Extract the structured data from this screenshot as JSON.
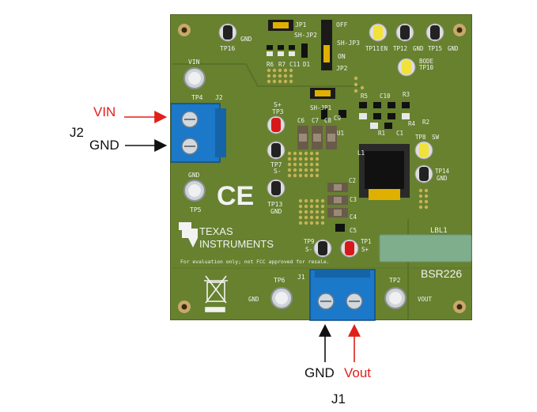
{
  "board": {
    "name": "BSR226",
    "label_box": "LBL1",
    "brand_line1": "TEXAS",
    "brand_line2": "INSTRUMENTS",
    "ce_mark": "CE",
    "disclaimer": "For evaluation only; not FCC approved for resale.",
    "colors": {
      "pcb": "#67812f",
      "terminal_blue": "#1c78c8",
      "tp_red": "#d81818",
      "tp_yellow": "#f0e23a",
      "tp_black": "#222222"
    }
  },
  "testpoints": {
    "tp16": {
      "id": "TP16",
      "net": "GND"
    },
    "tp11": {
      "id": "TP11",
      "net": "EN"
    },
    "tp12": {
      "id": "TP12",
      "net": "GND"
    },
    "tp15": {
      "id": "TP15",
      "net": "GND"
    },
    "tp10": {
      "id": "TP10",
      "net": "BODE"
    },
    "tp4": {
      "id": "TP4",
      "net": "VIN"
    },
    "tp3": {
      "id": "TP3",
      "net": "S+"
    },
    "tp7": {
      "id": "TP7",
      "net": "S-"
    },
    "tp13": {
      "id": "TP13",
      "net": "GND"
    },
    "tp5": {
      "id": "TP5",
      "net": "GND"
    },
    "tp8": {
      "id": "TP8",
      "net": "SW"
    },
    "tp14": {
      "id": "TP14",
      "net": "GND"
    },
    "tp9": {
      "id": "TP9",
      "net": "S-"
    },
    "tp1": {
      "id": "TP1",
      "net": "S+"
    },
    "tp6": {
      "id": "TP6",
      "net": "GND"
    },
    "tp2": {
      "id": "TP2",
      "net": "VOUT"
    }
  },
  "jumpers": {
    "jp1": "JP1",
    "sh_jp2": "SH-JP2",
    "jp2": "JP2",
    "sh_jp3": "SH-JP3",
    "off": "OFF",
    "on": "ON",
    "sh_jp1": "SH-JP1"
  },
  "components": {
    "r6": "R6",
    "r7": "R7",
    "c11": "C11",
    "d1": "D1",
    "r5": "R5",
    "c10": "C10",
    "r3": "R3",
    "c9": "C9",
    "u1": "U1",
    "r1": "R1",
    "c1": "C1",
    "r4": "R4",
    "r2": "R2",
    "c6": "C6",
    "c7": "C7",
    "c8": "C8",
    "l1": "L1",
    "c2": "C2",
    "c3": "C3",
    "c4": "C4",
    "c5": "C5"
  },
  "connectors": {
    "j2_silk": "J2",
    "j1_silk": "J1"
  },
  "annotations": {
    "vin": "VIN",
    "gnd_left": "GND",
    "j2": "J2",
    "gnd_bottom": "GND",
    "vout": "Vout",
    "j1": "J1",
    "red": "#e0201a",
    "black": "#111111"
  }
}
